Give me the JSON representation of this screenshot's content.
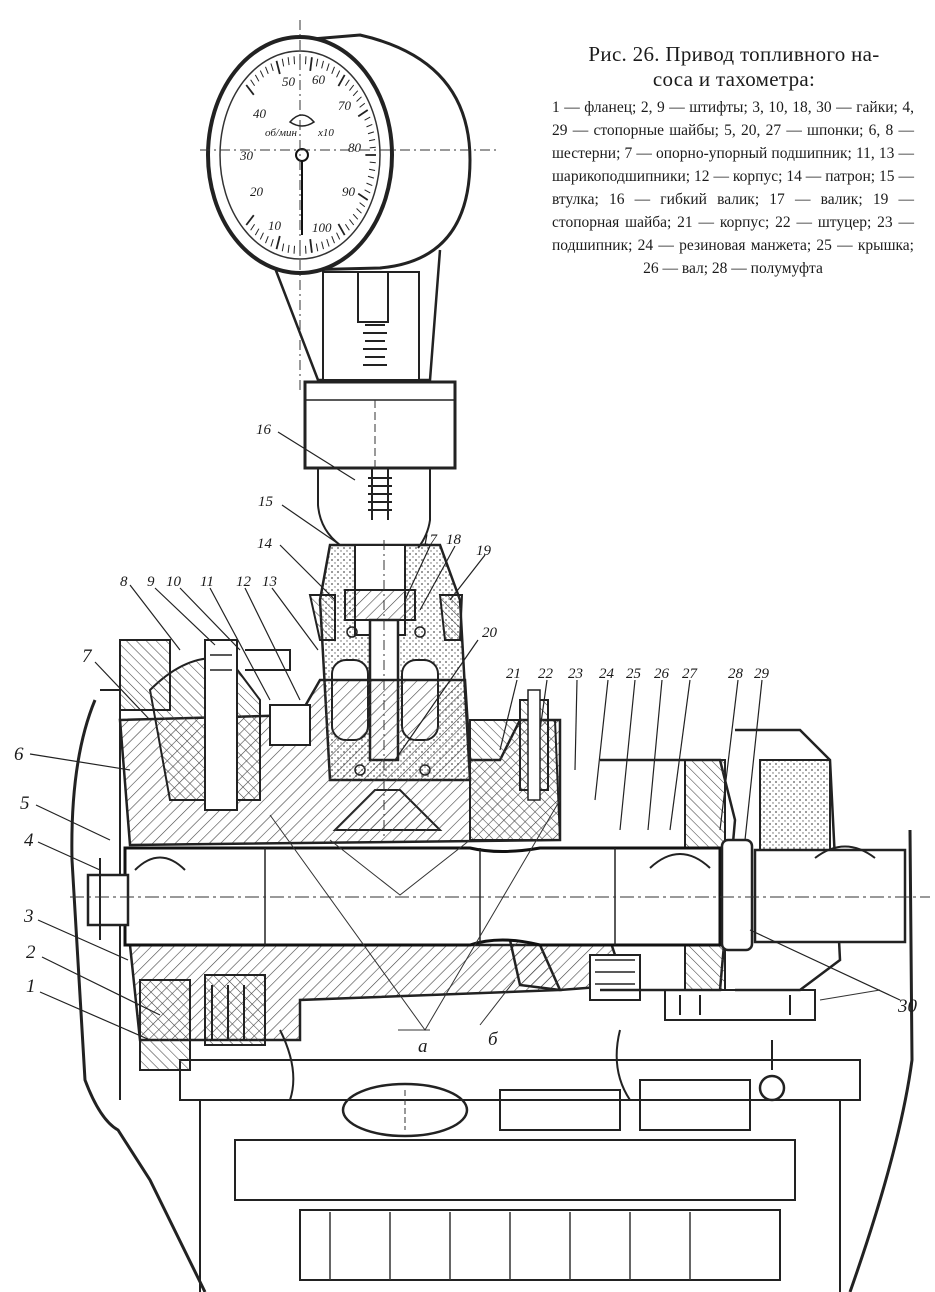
{
  "caption": {
    "title_line1": "Рис. 26. Привод топливного на-",
    "title_line2": "соса и тахометра:",
    "legend": "1 — фланец; 2, 9 — штифты; 3, 10, 18, 30 — гайки; 4, 29 — стопорные шайбы; 5, 20, 27 — шпонки; 6, 8 — шестерни; 7 — опорно-упорный подшипник; 11, 13 — шарикоподшипники; 12 — корпус; 14 — патрон; 15 — втулка; 16 — гибкий валик; 17 — валик; 19 — стопорная шайба; 21 — корпус; 22 — штуцер; 23 — подшипник; 24 — резиновая манжета; 25 — крышка; 26 — вал; 28 — полумуфта"
  },
  "dial": {
    "scale": [
      "10",
      "20",
      "30",
      "40",
      "50",
      "60",
      "70",
      "80",
      "90",
      "100"
    ],
    "unit_text": "об/мин",
    "multiplier": "х10"
  },
  "labels": {
    "n1": "1",
    "n2": "2",
    "n3": "3",
    "n4": "4",
    "n5": "5",
    "n6": "6",
    "n7": "7",
    "n8": "8",
    "n9": "9",
    "n10": "10",
    "n11": "11",
    "n12": "12",
    "n13": "13",
    "n14": "14",
    "n15": "15",
    "n16": "16",
    "n17": "17",
    "n18": "18",
    "n19": "19",
    "n20": "20",
    "n21": "21",
    "n22": "22",
    "n23": "23",
    "n24": "24",
    "n25": "25",
    "n26": "26",
    "n27": "27",
    "n28": "28",
    "n29": "29",
    "n30": "30",
    "a": "а",
    "b": "б"
  }
}
